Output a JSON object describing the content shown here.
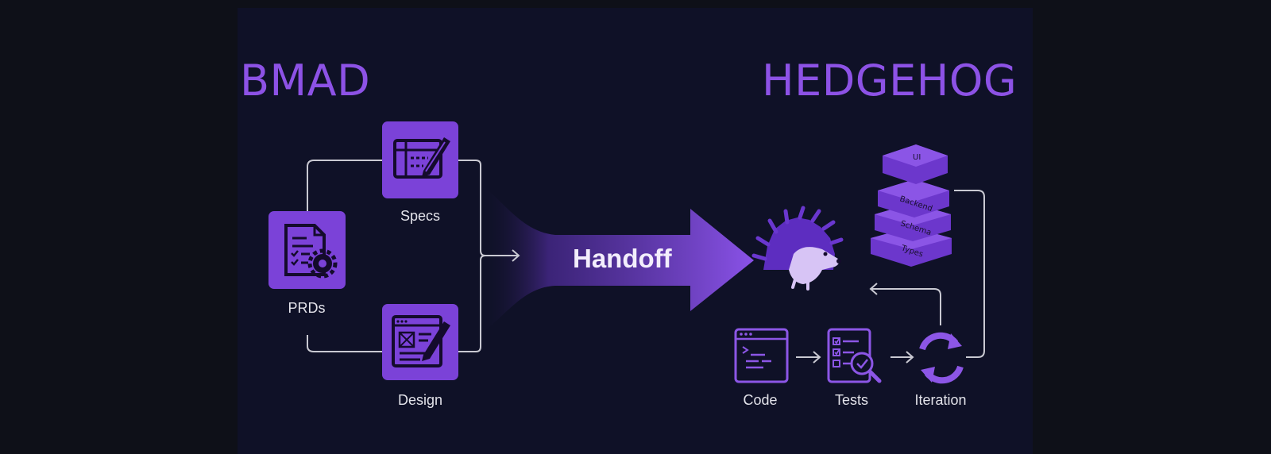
{
  "left_title": "BMAD",
  "right_title": "HEDGEHOG",
  "nodes": {
    "specs": "Specs",
    "prds": "PRDs",
    "design": "Design",
    "handoff": "Handoff",
    "code": "Code",
    "tests": "Tests",
    "iteration": "Iteration"
  },
  "stack_layers": [
    "UI",
    "Backend",
    "Schema",
    "Types"
  ],
  "colors": {
    "accent": "#7b42d8",
    "title": "#8d52e6",
    "background": "#0f1127",
    "line": "#c9c9d2"
  },
  "icons": {
    "specs": "blueprint-pencil-icon",
    "prds": "document-gear-icon",
    "design": "wireframe-pencil-icon",
    "hedgehog": "hedgehog-icon",
    "code": "terminal-window-icon",
    "tests": "checklist-magnifier-icon",
    "iteration": "refresh-cycle-icon"
  }
}
